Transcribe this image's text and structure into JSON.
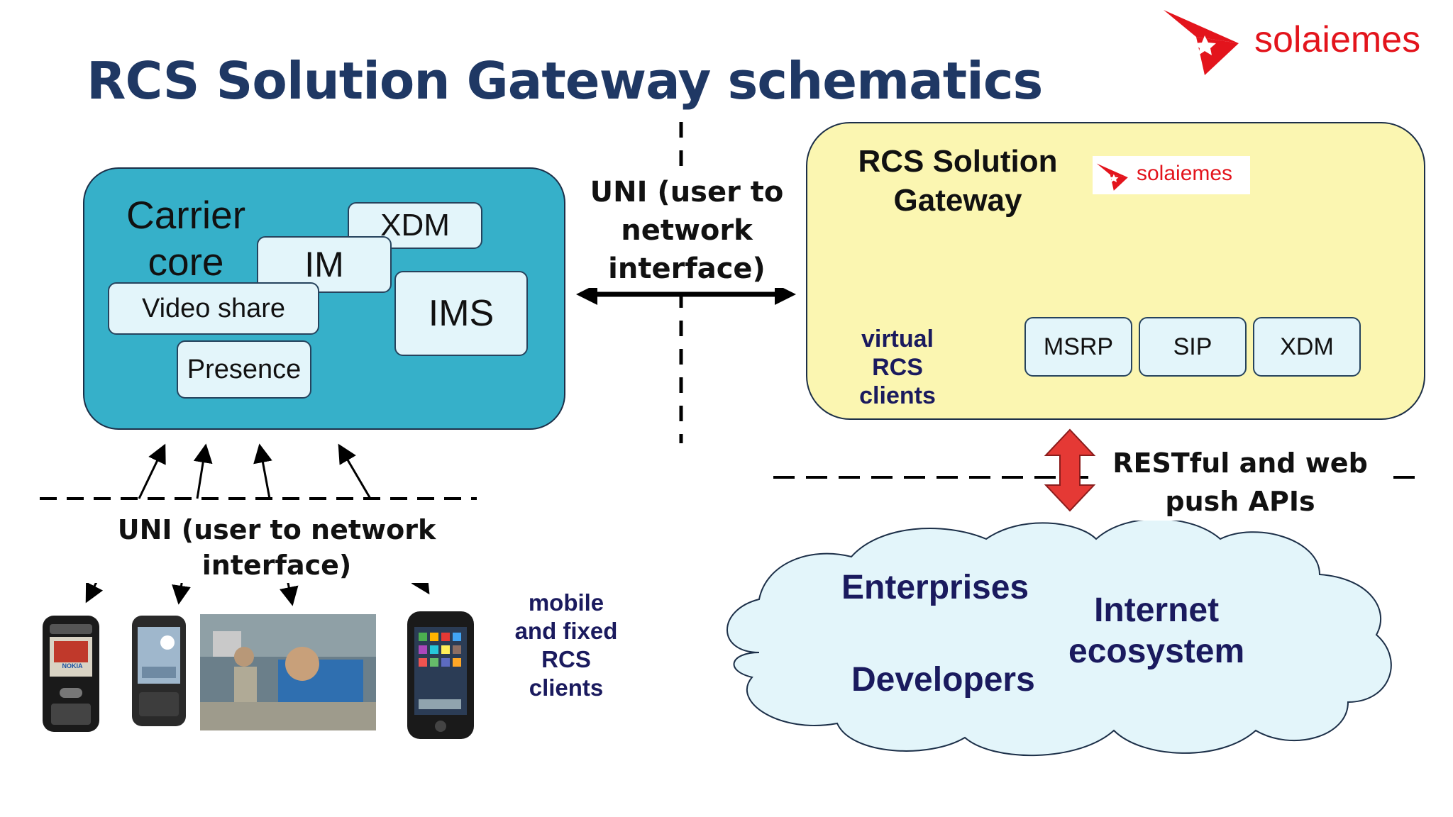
{
  "page": {
    "title": "RCS Solution Gateway schematics",
    "brand": "solaiemes"
  },
  "carrier": {
    "label_line1": "Carrier",
    "label_line2": "core",
    "components": {
      "xdm": "XDM",
      "im": "IM",
      "video_share": "Video share",
      "ims": "IMS",
      "presence": "Presence"
    }
  },
  "interfaces": {
    "uni_center_line1": "UNI (user to",
    "uni_center_line2": "network",
    "uni_center_line3": "interface)",
    "uni_bottom": "UNI (user to network interface)"
  },
  "gateway": {
    "title_line1": "RCS Solution",
    "title_line2": "Gateway",
    "inner_brand": "solaiemes",
    "virtual_line1": "virtual",
    "virtual_line2": "RCS",
    "virtual_line3": "clients",
    "protocols": [
      "MSRP",
      "SIP",
      "XDM"
    ]
  },
  "apis": {
    "label_line1": "RESTful and web",
    "label_line2": "push APIs"
  },
  "clients": {
    "label_line1": "mobile",
    "label_line2": "and fixed",
    "label_line3": "RCS",
    "label_line4": "clients",
    "device_brand": "NOKIA"
  },
  "cloud": {
    "enterprises": "Enterprises",
    "developers": "Developers",
    "internet_line1": "Internet",
    "internet_line2": "ecosystem"
  },
  "colors": {
    "title": "#1f3864",
    "carrier_fill": "#36b0c9",
    "gateway_fill": "#fbf6b1",
    "component_fill": "#e3f5fa",
    "cloud_fill": "#e3f5fa",
    "brand_red": "#e3141c",
    "arrow_red": "#e53935",
    "navy_text": "#1a1a5e"
  },
  "icons": [
    "solaiemes-logo-icon",
    "double-arrow-icon",
    "red-double-arrow-icon",
    "nokia-phone-icon",
    "android-phone-icon",
    "iphone-icon",
    "video-call-photo",
    "cloud-shape"
  ]
}
